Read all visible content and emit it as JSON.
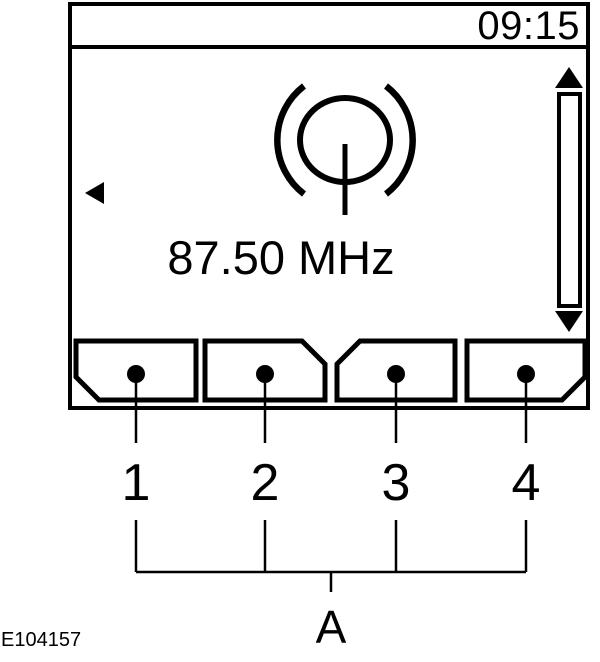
{
  "figure_code": "E104157",
  "colors": {
    "ink": "#000000",
    "paper": "#ffffff"
  },
  "radio_display": {
    "clock": "09:15",
    "frequency": "87.50 MHz",
    "icons": {
      "back_arrow": "left-triangle-icon",
      "station": "broadcast-antenna-icon",
      "scroll_up": "up-triangle-icon",
      "scroll_down": "down-triangle-icon",
      "scrollbar": "vertical-scrollbar-track"
    },
    "preset_button_count": 4
  },
  "callouts": {
    "buttons": [
      "1",
      "2",
      "3",
      "4"
    ],
    "group": "A"
  }
}
